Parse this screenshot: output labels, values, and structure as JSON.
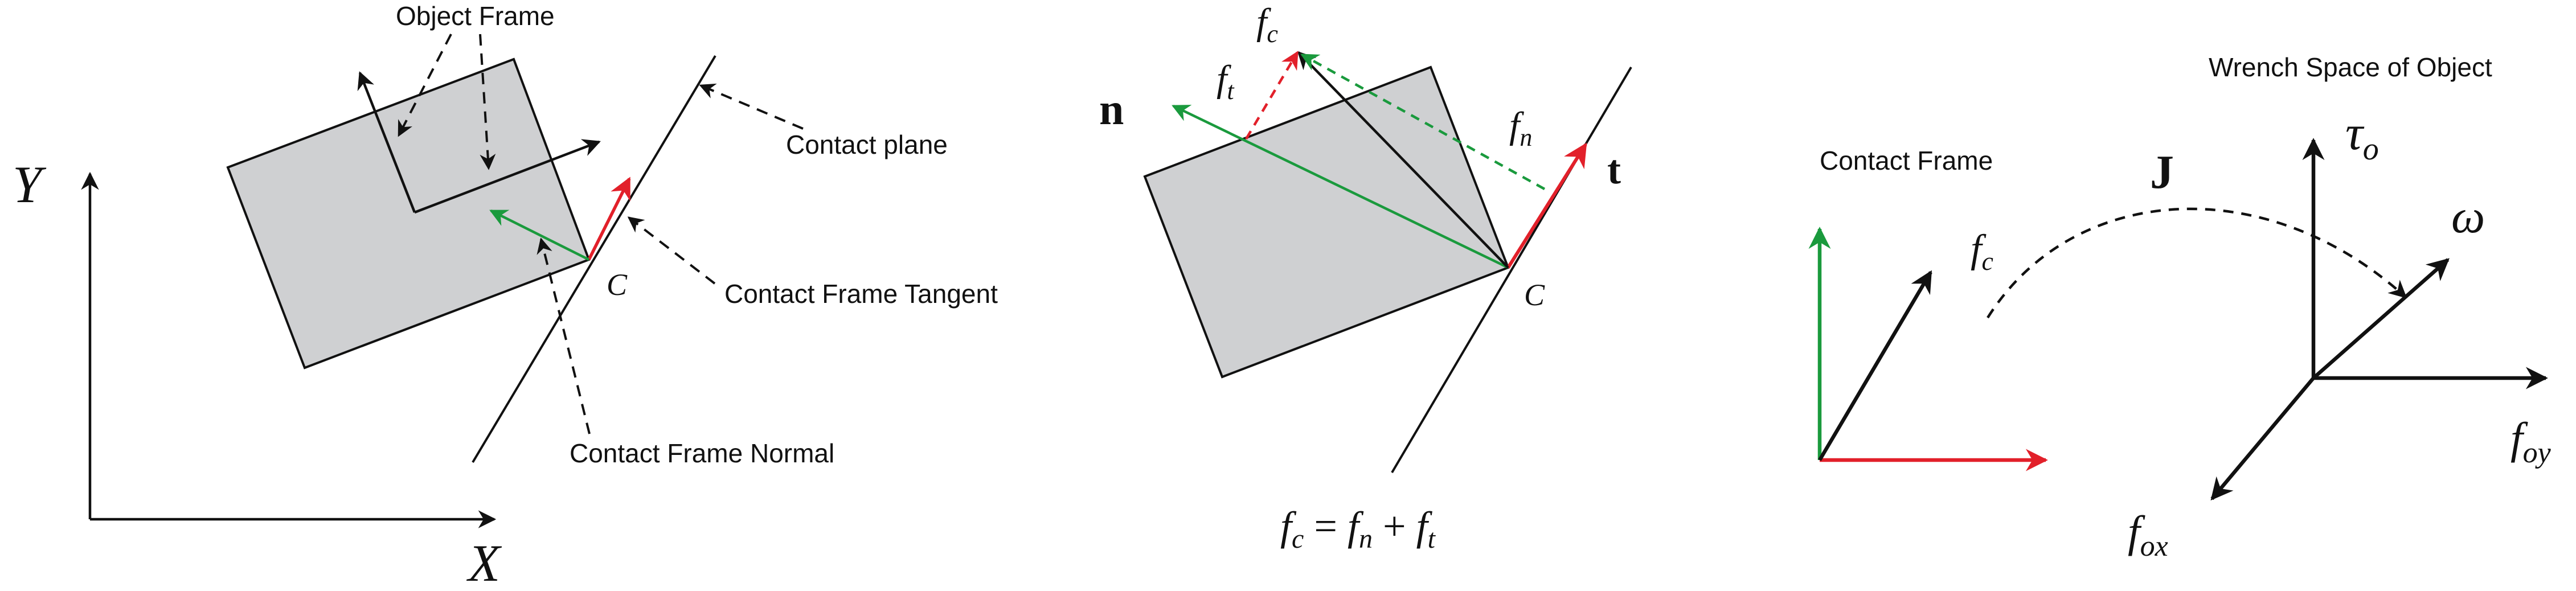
{
  "colors": {
    "black": "#111111",
    "red": "#e2202a",
    "green": "#1a9a3d",
    "object_fill": "#cfd0d2"
  },
  "panel1": {
    "axis_y": "Y",
    "axis_x": "X",
    "object_frame": "Object Frame",
    "contact_plane": "Contact plane",
    "contact_frame_tangent": "Contact Frame Tangent",
    "contact_frame_normal": "Contact Frame Normal",
    "point_c": "C"
  },
  "panel2": {
    "fc": {
      "base": "f",
      "sub": "c"
    },
    "ft": {
      "base": "f",
      "sub": "t"
    },
    "fn": {
      "base": "f",
      "sub": "n"
    },
    "n_vec": "n",
    "t_vec": "t",
    "point_c": "C",
    "equation": {
      "fc": {
        "base": "f",
        "sub": "c"
      },
      "eq": " = ",
      "fn": {
        "base": "f",
        "sub": "n"
      },
      "plus": " + ",
      "ft": {
        "base": "f",
        "sub": "t"
      }
    }
  },
  "panel3": {
    "contact_frame": "Contact Frame",
    "wrench_space": "Wrench Space of Object",
    "jacobian": "J",
    "fc": {
      "base": "f",
      "sub": "c"
    },
    "tau": {
      "base": "τ",
      "sub": "o"
    },
    "omega": "ω",
    "foy": {
      "base": "f",
      "sub": "oy"
    },
    "fox": {
      "base": "f",
      "sub": "ox"
    }
  }
}
